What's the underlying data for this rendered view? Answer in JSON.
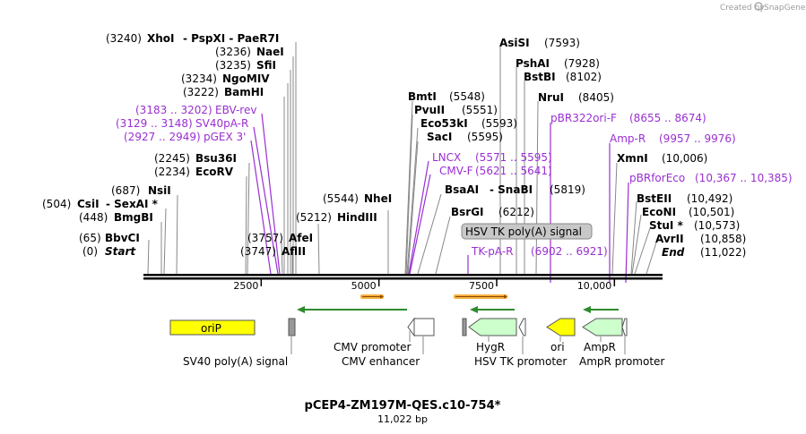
{
  "brand": {
    "created_by": "Created by",
    "name": "SnapGene"
  },
  "map": {
    "name": "pCEP4-ZM197M-QES.c10-754*",
    "length": "11,022 bp",
    "total_bp": 11022,
    "axis_ticks": [
      "2500",
      "5000",
      "7500",
      "10,000"
    ],
    "axis_values": [
      2500,
      5000,
      7500,
      10000
    ]
  },
  "left_sites": [
    {
      "pos": "(3240)",
      "name": "XhoI",
      "extra": "-  PspXI  -  PaeR7I",
      "bp": 3240
    },
    {
      "pos": "(3236)",
      "name": "NaeI",
      "extra": "",
      "bp": 3236
    },
    {
      "pos": "(3235)",
      "name": "SfiI",
      "extra": "",
      "bp": 3235
    },
    {
      "pos": "(3234)",
      "name": "NgoMIV",
      "extra": "",
      "bp": 3234
    },
    {
      "pos": "(3222)",
      "name": "BamHI",
      "extra": "",
      "bp": 3222
    },
    {
      "pos": "(2245)",
      "name": "Bsu36I",
      "extra": "",
      "bp": 2245
    },
    {
      "pos": "(2234)",
      "name": "EcoRV",
      "extra": "",
      "bp": 2234
    },
    {
      "pos": "(687)",
      "name": "NsiI",
      "extra": "",
      "bp": 687
    },
    {
      "pos": "(504)",
      "name": "CsiI",
      "extra": "-  SexAI *",
      "bp": 504
    },
    {
      "pos": "(448)",
      "name": "BmgBI",
      "extra": "",
      "bp": 448
    },
    {
      "pos": "(65)",
      "name": "BbvCI",
      "extra": "",
      "bp": 65
    },
    {
      "pos": "(0)",
      "name": "Start",
      "extra": "",
      "bp": 0
    }
  ],
  "left_primers": [
    {
      "pos": "(3183 .. 3202)",
      "name": "EBV-rev",
      "bp": 3190
    },
    {
      "pos": "(3129 .. 3148)",
      "name": "SV40pA-R",
      "bp": 3140
    },
    {
      "pos": "(2927 .. 2949)",
      "name": "pGEX 3'",
      "bp": 2940
    }
  ],
  "mid_sites": [
    {
      "pos": "(3757)",
      "name": "AfeI",
      "bp": 3757
    },
    {
      "pos": "(3747)",
      "name": "AflII",
      "bp": 3747
    },
    {
      "pos": "(5212)",
      "name": "HindIII",
      "bp": 5212
    },
    {
      "pos": "(5544)",
      "name": "NheI",
      "bp": 5544
    }
  ],
  "center_sites": [
    {
      "name": "BmtI",
      "pos": "(5548)",
      "bp": 5548
    },
    {
      "name": "PvuII",
      "pos": "(5551)",
      "bp": 5551
    },
    {
      "name": "Eco53kI",
      "pos": "(5593)",
      "bp": 5593
    },
    {
      "name": "SacI",
      "pos": "(5595)",
      "bp": 5595
    }
  ],
  "center_primers": [
    {
      "name": "LNCX",
      "pos": "(5571 .. 5595)",
      "bp": 5583
    },
    {
      "name": "CMV-F",
      "pos": "(5621 .. 5641)",
      "bp": 5631
    }
  ],
  "center_sites2": [
    {
      "name": "BsaAI",
      "extra": "-  SnaBI",
      "pos": "(5819)",
      "bp": 5819
    },
    {
      "name": "BsrGI",
      "extra": "",
      "pos": "(6212)",
      "bp": 6212
    }
  ],
  "feature_box": {
    "label": "HSV TK poly(A) signal"
  },
  "tkpa": {
    "name": "TK-pA-R",
    "pos": "(6902 .. 6921)",
    "bp": 6910
  },
  "right_top_sites": [
    {
      "name": "AsiSI",
      "pos": "(7593)",
      "bp": 7593
    },
    {
      "name": "PshAI",
      "pos": "(7928)",
      "bp": 7928
    },
    {
      "name": "BstBI",
      "pos": "(8102)",
      "bp": 8102
    },
    {
      "name": "NruI",
      "pos": "(8405)",
      "bp": 8405
    }
  ],
  "right_primers": [
    {
      "name": "pBR322ori-F",
      "pos": "(8655 .. 8674)",
      "bp": 8665
    },
    {
      "name": "Amp-R",
      "pos": "(9957 .. 9976)",
      "bp": 9967
    },
    {
      "name": "pBRforEco",
      "pos": "(10,367 .. 10,385)",
      "bp": 10376
    }
  ],
  "right_sites": [
    {
      "name": "XmnI",
      "pos": "(10,006)",
      "bp": 10006
    },
    {
      "name": "BstEII",
      "pos": "(10,492)",
      "bp": 10492
    },
    {
      "name": "EcoNI",
      "pos": "(10,501)",
      "bp": 10501
    },
    {
      "name": "StuI *",
      "pos": "(10,573)",
      "bp": 10573
    },
    {
      "name": "AvrII",
      "pos": "(10,858)",
      "bp": 10858
    },
    {
      "name": "End",
      "pos": "(11,022)",
      "bp": 11022
    }
  ],
  "features": {
    "oriP": "oriP",
    "sv40": "SV40 poly(A) signal",
    "cmv_promoter": "CMV promoter",
    "cmv_enhancer": "CMV enhancer",
    "hygr": "HygR",
    "hsv_tk_promoter": "HSV TK promoter",
    "ori": "ori",
    "ampr": "AmpR",
    "ampr_promoter": "AmpR promoter"
  },
  "colors": {
    "purple": "#9a2fd2",
    "feature_yellow": "#ffff00",
    "feature_green_fill": "#ccffcc",
    "arrow_green": "#2e8b2e",
    "orange": "#f5b041",
    "gray_box": "#c8c8c8"
  }
}
